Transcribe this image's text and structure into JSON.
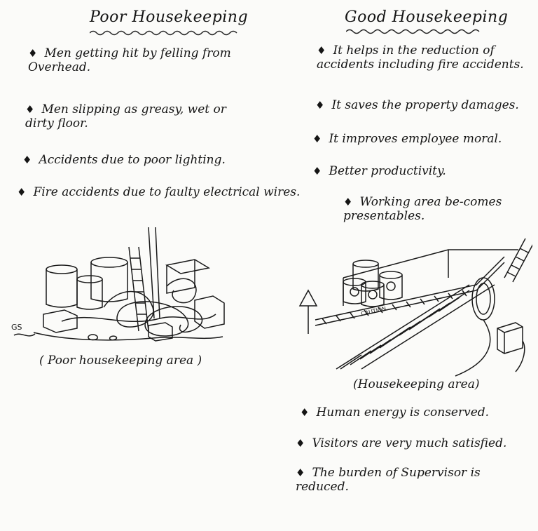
{
  "poor": {
    "title": "Poor Housekeeping",
    "bullet": "♦",
    "items": [
      "Men getting hit by felling from Overhead.",
      "Men slipping as greasy, wet or dirty floor.",
      "Accidents due to poor lighting.",
      "Fire accidents due to faulty electrical wires."
    ],
    "caption": "( Poor housekeeping area )",
    "sketch_initials": "GS"
  },
  "good": {
    "title": "Good Housekeeping",
    "bullet": "♦",
    "items": [
      "It helps in the reduction of accidents including fire accidents.",
      "It saves the property damages.",
      "It improves employee moral.",
      "Better productivity.",
      "Working area be-comes presentables."
    ],
    "caption": "(Housekeeping area)",
    "caution_text": "CAUTION",
    "more_items": [
      "Human energy is conserved.",
      "Visitors are very much satisfied.",
      "The burden of Supervisor is reduced."
    ]
  }
}
